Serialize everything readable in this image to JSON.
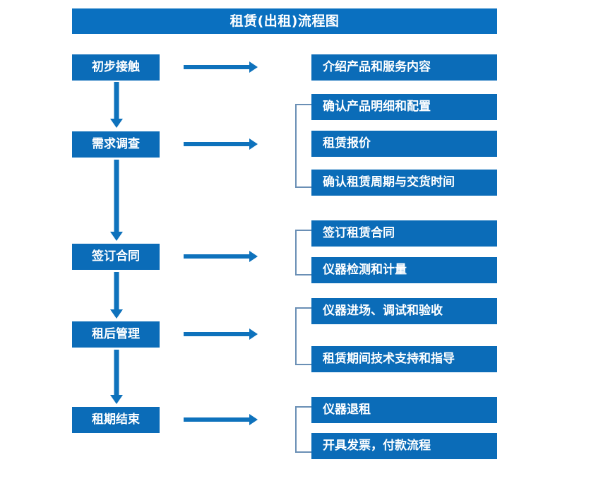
{
  "diagram": {
    "title": "租赁(出租)流程图",
    "colors": {
      "title_bar": "#0A70C0",
      "node_fill": "#0B6CB8",
      "node_text": "#FFFFFF",
      "arrow": "#0E72BC",
      "bracket": "#6A8FB5",
      "background": "#FFFFFF"
    },
    "stages": [
      {
        "id": "stage-1",
        "label": "初步接触"
      },
      {
        "id": "stage-2",
        "label": "需求调查"
      },
      {
        "id": "stage-3",
        "label": "签订合同"
      },
      {
        "id": "stage-4",
        "label": "租后管理"
      },
      {
        "id": "stage-5",
        "label": "租期结束"
      }
    ],
    "details": [
      {
        "id": "detail-1-1",
        "label": "介绍产品和服务内容"
      },
      {
        "id": "detail-2-1",
        "label": "确认产品明细和配置"
      },
      {
        "id": "detail-2-2",
        "label": "租赁报价"
      },
      {
        "id": "detail-2-3",
        "label": "确认租赁周期与交货时间"
      },
      {
        "id": "detail-3-1",
        "label": "签订租赁合同"
      },
      {
        "id": "detail-3-2",
        "label": "仪器检测和计量"
      },
      {
        "id": "detail-4-1",
        "label": "仪器进场、调试和验收"
      },
      {
        "id": "detail-4-2",
        "label": "租赁期间技术支持和指导"
      },
      {
        "id": "detail-5-1",
        "label": "仪器退租"
      },
      {
        "id": "detail-5-2",
        "label": "开具发票，付款流程"
      }
    ]
  }
}
